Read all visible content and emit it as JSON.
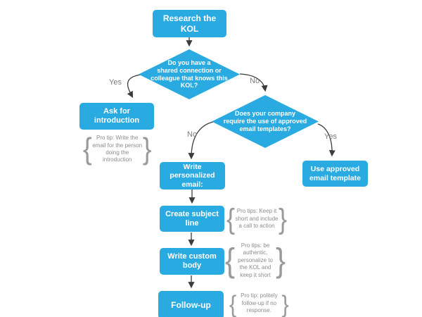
{
  "diagram": {
    "title": "Research the KOL flowchart",
    "nodes": {
      "research": {
        "label": "Research the KOL"
      },
      "diamond_connection": {
        "label": "Do you have a shared connection or colleague that knows this KOL?",
        "lines": [
          "Do you have a",
          "shared connection or",
          "colleague that knows this",
          "KOL?"
        ]
      },
      "ask_intro": {
        "label": "Ask for introduction"
      },
      "diamond_templates": {
        "label": "Does your company require the use of approved email templates?",
        "lines": [
          "Does your company",
          "require the use of approved",
          "email templates?"
        ]
      },
      "write_personalized": {
        "label": "Write personalized email:"
      },
      "use_approved": {
        "label": "Use approved email template"
      },
      "create_subject": {
        "label": "Create subject line"
      },
      "write_custom": {
        "label": "Write custom body"
      },
      "follow_up": {
        "label": "Follow-up"
      }
    },
    "tips": {
      "intro": {
        "text": "Pro tip: Write the email for the person doing the introduction"
      },
      "subject": {
        "text": "Pro tips: Keep it short and include a call to action"
      },
      "body": {
        "text": "Pro tips: be authentic, personalize to the KOL and keep it short"
      },
      "follow": {
        "text": "Pro tip: politely follow-up if no response."
      }
    },
    "edge_labels": {
      "yes_connection": "Yes",
      "no_connection": "No",
      "no_templates": "No",
      "yes_templates": "Yes"
    },
    "colors": {
      "node-fill": "#29ABE2",
      "node-text": "#FFFFFF",
      "tip-text": "#8C8C8C",
      "edge": "#3C3C3C",
      "edge-label": "#7B7B7B",
      "background": "#FFFFFF"
    }
  }
}
